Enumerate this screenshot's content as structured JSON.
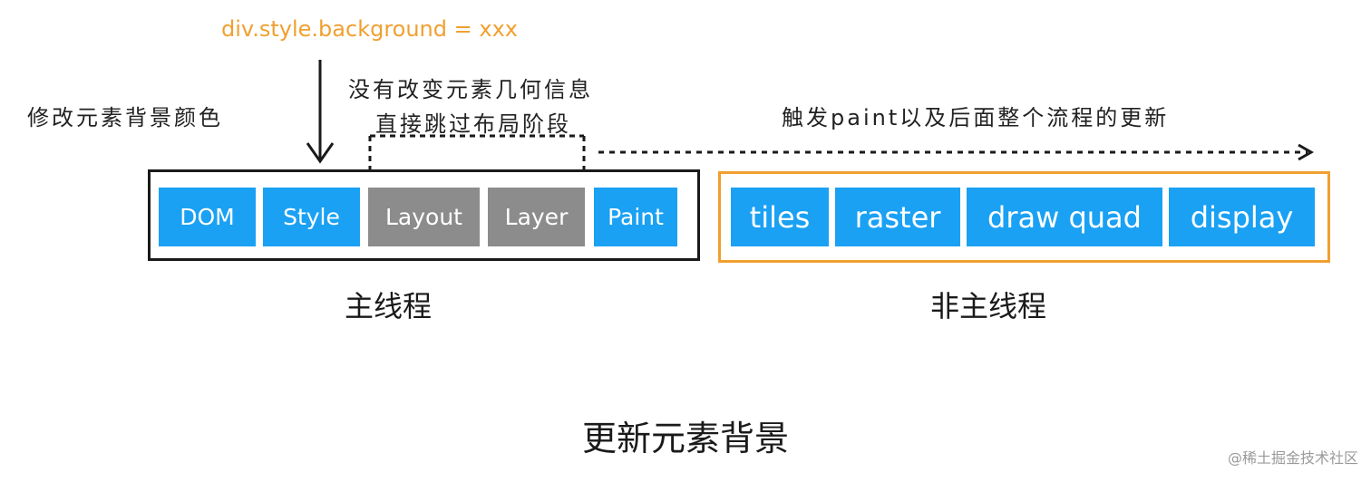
{
  "code_line": "div.style.background = xxx",
  "notes": {
    "left": "修改元素背景颜色",
    "skip_line1": "没有改变元素几何信息",
    "skip_line2": "直接跳过布局阶段",
    "trigger": "触发paint以及后面整个流程的更新"
  },
  "main_thread": {
    "label": "主线程",
    "stages": [
      {
        "label": "DOM",
        "state": "active"
      },
      {
        "label": "Style",
        "state": "active"
      },
      {
        "label": "Layout",
        "state": "skipped"
      },
      {
        "label": "Layer",
        "state": "skipped"
      },
      {
        "label": "Paint",
        "state": "active"
      }
    ]
  },
  "other_thread": {
    "label": "非主线程",
    "stages": [
      {
        "label": "tiles",
        "state": "active"
      },
      {
        "label": "raster",
        "state": "active"
      },
      {
        "label": "draw quad",
        "state": "active"
      },
      {
        "label": "display",
        "state": "active"
      }
    ]
  },
  "caption": "更新元素背景",
  "watermark": "@稀土掘金技术社区",
  "colors": {
    "active": "#1aa1f4",
    "skipped": "#8c8c8c",
    "code": "#f0a030",
    "other_border": "#f0a030",
    "main_border": "#1a1a1a"
  }
}
